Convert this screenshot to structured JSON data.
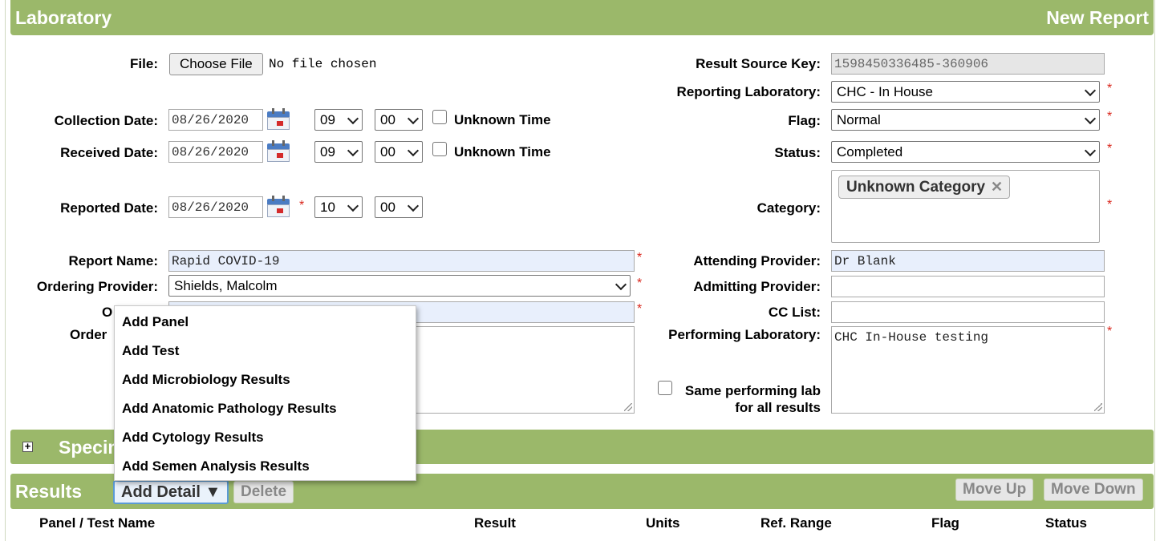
{
  "header": {
    "left_title": "Laboratory",
    "right_title": "New Report"
  },
  "left": {
    "file_label": "File:",
    "choose_file": "Choose File",
    "no_file": "No file chosen",
    "collection_label": "Collection Date:",
    "collection_date": "08/26/2020",
    "collection_hour": "09",
    "collection_min": "00",
    "unknown_time": "Unknown Time",
    "received_label": "Received Date:",
    "received_date": "08/26/2020",
    "received_hour": "09",
    "received_min": "00",
    "reported_label": "Reported Date:",
    "reported_date": "08/26/2020",
    "reported_hour": "10",
    "reported_min": "00",
    "report_name_label": "Report Name:",
    "report_name": "Rapid COVID-19",
    "ordering_label": "Ordering Provider:",
    "ordering_provider": "Shields, Malcolm",
    "o_label": "O",
    "order_label": "Order"
  },
  "right": {
    "source_key_label": "Result Source Key:",
    "source_key": "1598450336485-360906",
    "reporting_lab_label": "Reporting Laboratory:",
    "reporting_lab": "CHC - In House",
    "flag_label": "Flag:",
    "flag": "Normal",
    "status_label": "Status:",
    "status": "Completed",
    "category_label": "Category:",
    "category_tag": "Unknown Category",
    "attending_label": "Attending Provider:",
    "attending": "Dr Blank",
    "admitting_label": "Admitting Provider:",
    "cc_label": "CC List:",
    "performing_label": "Performing Laboratory:",
    "performing": "CHC In-House testing",
    "same_lab_line1": "Same performing lab",
    "same_lab_line2": "for all results"
  },
  "required_mark": "*",
  "specimen": {
    "expand": "+",
    "title": "Specim"
  },
  "results": {
    "title": "Results",
    "add_detail": "Add Detail ▼",
    "delete": "Delete",
    "move_up": "Move Up",
    "move_down": "Move Down",
    "columns": [
      "Panel / Test Name",
      "Result",
      "Units",
      "Ref. Range",
      "Flag",
      "Status"
    ]
  },
  "menu": {
    "items": [
      "Add Panel",
      "Add Test",
      "Add Microbiology Results",
      "Add Anatomic Pathology Results",
      "Add Cytology Results",
      "Add Semen Analysis Results"
    ]
  }
}
